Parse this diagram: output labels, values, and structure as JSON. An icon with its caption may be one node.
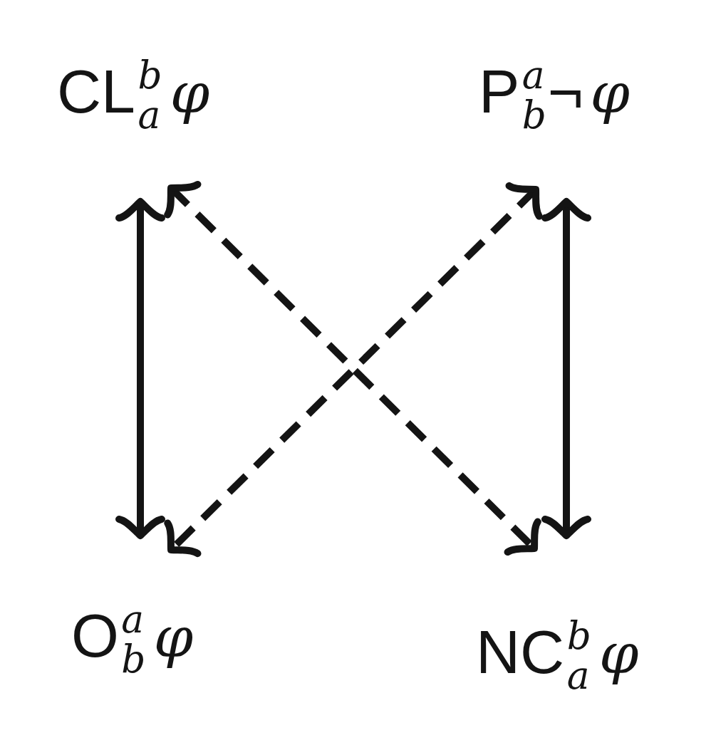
{
  "diagram": {
    "nodes": [
      {
        "text": [
          "CL$^{b}$$_{a}$*φ*"
        ]
      },
      {
        "text": [
          "P$^{a}$$_{b}$¬*φ*"
        ]
      },
      {
        "text": [
          "O$^{a}$$_{b}$*φ*"
        ]
      },
      {
        "text": [
          "NC$^{b}$$_{a}$*φ*"
        ]
      }
    ],
    "edges": [
      {
        "from": 0,
        "to": 2,
        "arrow": "both"
      },
      {
        "from": 1,
        "to": 3,
        "arrow": "both"
      },
      {
        "from": 0,
        "to": 3,
        "arrow": "both",
        "style": "dashed"
      },
      {
        "from": 1,
        "to": 2,
        "arrow": "both",
        "style": "dashed"
      }
    ]
  }
}
